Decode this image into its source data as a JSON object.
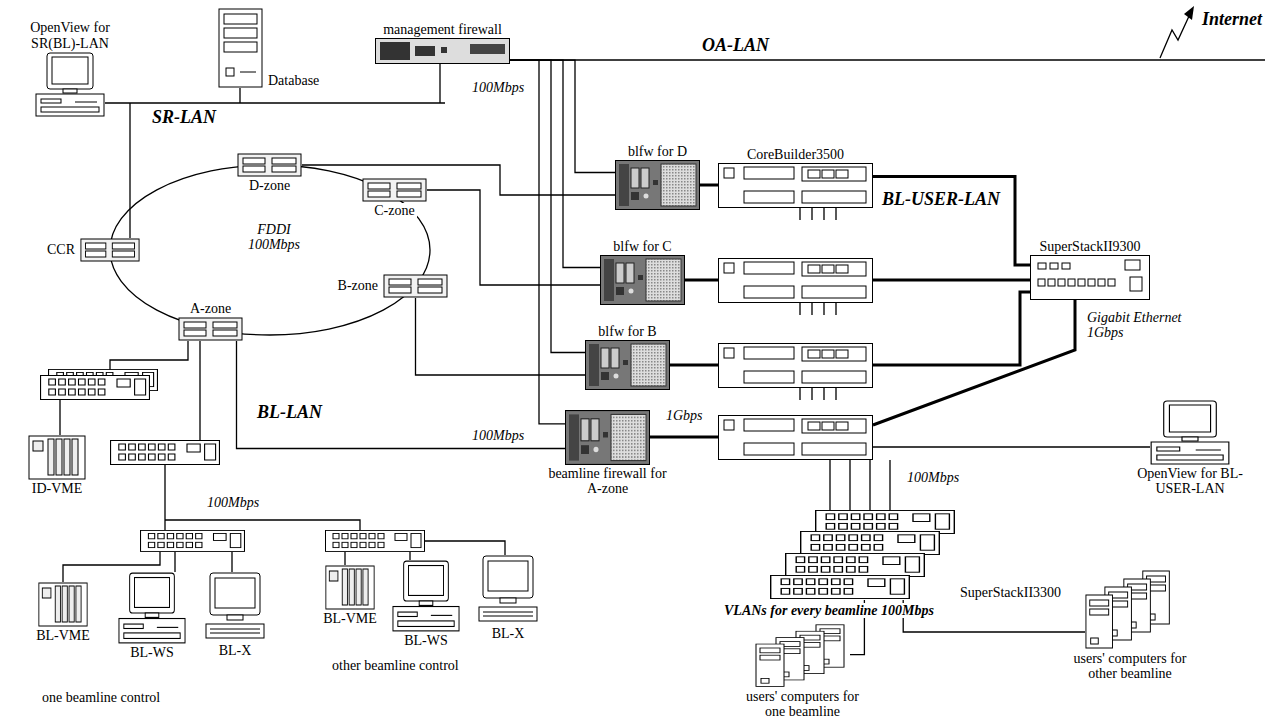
{
  "diagram": {
    "nodes": [
      {
        "text": [
          "OpenView for SR(BL)-LAN"
        ]
      },
      {
        "text": [
          "Database"
        ]
      },
      {
        "text": [
          "management firewall"
        ]
      },
      {
        "text": [
          "CCR"
        ]
      },
      {
        "text": [
          "D-zone"
        ]
      },
      {
        "text": [
          "C-zone"
        ]
      },
      {
        "text": [
          "B-zone"
        ]
      },
      {
        "text": [
          "A-zone"
        ]
      },
      {
        "text": [
          "blfw for D"
        ]
      },
      {
        "text": [
          "blfw for C"
        ]
      },
      {
        "text": [
          "blfw for B"
        ]
      },
      {
        "text": [
          "beamline firewall for A-zone"
        ]
      },
      {
        "text": [
          "CoreBuilder3500"
        ]
      },
      {
        "text": [
          "SuperStackII9300"
        ]
      },
      {
        "text": [
          "OpenView for BL-USER-LAN"
        ]
      },
      {
        "text": [
          "SuperStackII3300"
        ]
      },
      {
        "text": [
          "ID-VME"
        ]
      },
      {
        "text": [
          "BL-VME"
        ]
      },
      {
        "text": [
          "BL-WS"
        ]
      },
      {
        "text": [
          "BL-X"
        ]
      },
      {
        "text": [
          "BL-VME"
        ]
      },
      {
        "text": [
          "BL-WS"
        ]
      },
      {
        "text": [
          "BL-X"
        ]
      },
      {
        "text": [
          "users' computers for one beamline"
        ]
      },
      {
        "text": [
          "users' computers for other beamline"
        ]
      }
    ],
    "edges": [
      {
        "from": 4,
        "to": 8,
        "arrow": "none"
      },
      {
        "from": 5,
        "to": 9,
        "arrow": "none"
      },
      {
        "from": 6,
        "to": 10,
        "arrow": "none"
      },
      {
        "from": 7,
        "to": 11,
        "label": "100Mbps",
        "arrow": "none"
      },
      {
        "from": 2,
        "to": 8,
        "arrow": "none"
      },
      {
        "from": 2,
        "to": 9,
        "arrow": "none"
      },
      {
        "from": 2,
        "to": 10,
        "arrow": "none"
      },
      {
        "from": 2,
        "to": 11,
        "arrow": "none"
      },
      {
        "from": 8,
        "to": 12,
        "arrow": "none"
      },
      {
        "from": 12,
        "to": 13,
        "arrow": "none"
      },
      {
        "from": 15,
        "to": 23,
        "arrow": "none"
      },
      {
        "from": 15,
        "to": 24,
        "arrow": "none"
      }
    ],
    "labels": [
      "SR-LAN",
      "FDDI 100Mbps",
      "BL-LAN",
      "100Mbps",
      "one beamline control",
      "other beamline control",
      "OA-LAN",
      "Internet",
      "100Mbps",
      "1Gbps",
      "BL-USER-LAN",
      "Gigabit Ethernet 1Gbps",
      "100Mbps",
      "VLANs for every beamline 100Mbps"
    ]
  }
}
